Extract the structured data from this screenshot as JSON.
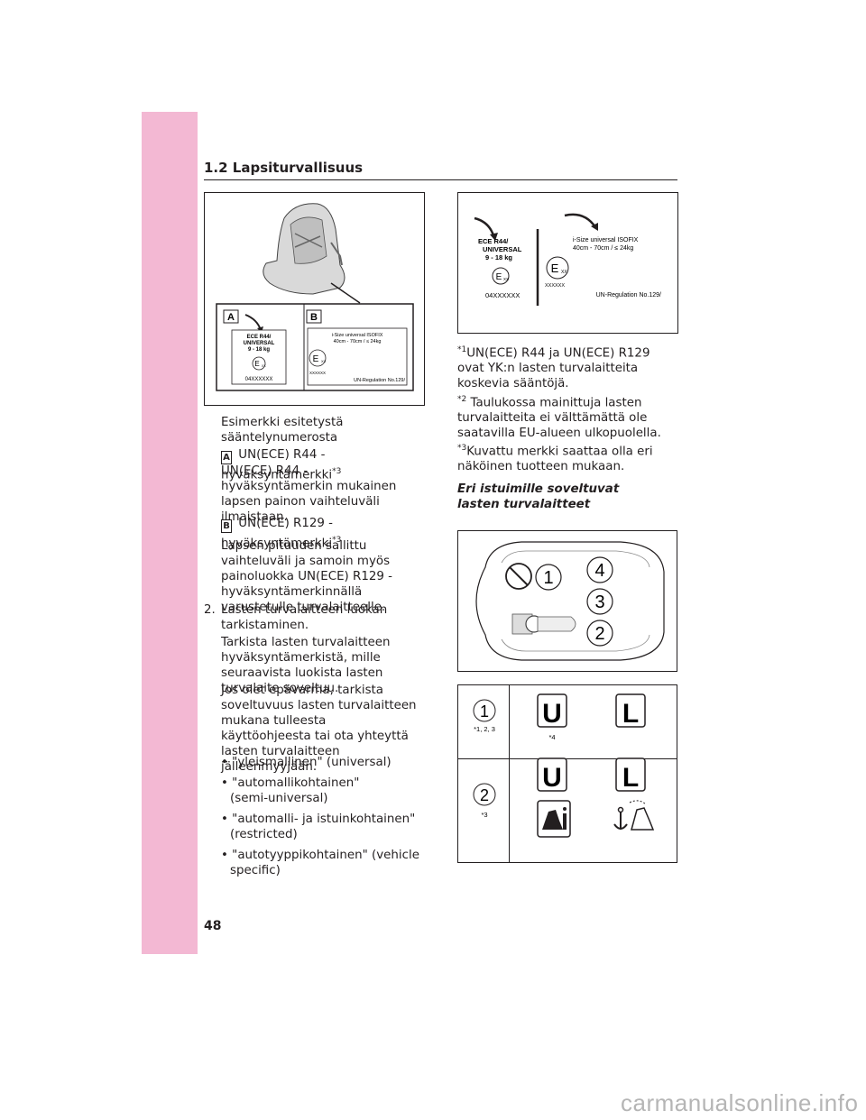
{
  "header": {
    "section_title": "1.2 Lapsiturvallisuus"
  },
  "page_number": "48",
  "watermark": "carmanualsonline.info",
  "figure1": {
    "label_a": "A",
    "label_b": "B",
    "ece_line1": "ECE  R44/",
    "ece_line2": "UNIVERSAL",
    "ece_line3": "9 - 18 kg",
    "ece_mark": "E",
    "ece_mark_sub": "XX",
    "ece_code": "04XXXXXX",
    "isize_line1": "i-Size universal ISOFIX",
    "isize_line2": "40cm - 70cm / ≤ 24kg",
    "isize_code": "XXXXXX",
    "isize_reg": "UN-Regulation No.129/"
  },
  "figure2": {
    "ece_line1": "ECE  R44/",
    "ece_line2": "UNIVERSAL",
    "ece_line3": "9 - 18 kg",
    "ece_mark": "E",
    "ece_mark_sub": "XX",
    "ece_code": "04XXXXXX",
    "isize_line1": "i-Size universal ISOFIX",
    "isize_line2": "40cm - 70cm / ≤ 24kg",
    "isize_code": "XXXXXX",
    "isize_reg": "UN-Regulation No.129/"
  },
  "left_col": {
    "intro": "Esimerkki esitetystä sääntelynumerosta",
    "a_letter": "A",
    "a_title": "UN(ECE) R44 -hyväksyntämerkki",
    "a_sup": "*3",
    "a_body": "UN(ECE) R44 -hyväksyntämerkin mukainen lapsen painon vaihteluväli ilmaistaan.",
    "b_letter": "B",
    "b_title": "UN(ECE) R129 -hyväksyntämerkki",
    "b_sup": "*3",
    "b_body": "Lapsen pituuden sallittu vaihteluväli ja samoin myös painoluokka UN(ECE) R129 -hyväksyntämerkinnällä varustetulle turvalaitteelle.",
    "step2_num": "2.",
    "step2_title": "Lasten turvalaitteen luokan tarkistaminen.",
    "step2_body": "Tarkista lasten turvalaitteen hyväksyntämerkistä, mille seuraavista luokista lasten turvalaite soveltuu.",
    "step2_note": "Jos olet epävarma, tarkista soveltuvuus lasten turvalaitteen mukana tulleesta käyttöohjeesta tai ota yhteyttä lasten turvalaitteen jälleenmyyjään.",
    "bullets": [
      "\"yleismallinen\" (universal)",
      "\"automallikohtainen\" (semi-universal)",
      "\"automalli- ja istuinkohtainen\" (restricted)",
      "\"autotyyppikohtainen\" (vehicle specific)"
    ]
  },
  "right_col": {
    "fn1_sup": "*1",
    "fn1": "UN(ECE) R44 ja UN(ECE) R129 ovat YK:n lasten turvalaitteita koskevia sääntöjä.",
    "fn2_sup": "*2",
    "fn2": " Taulukossa mainittuja lasten turvalaitteita ei välttämättä ole saatavilla EU-alueen ulkopuolella.",
    "fn3_sup": "*3",
    "fn3": "Kuvattu merkki saattaa olla eri näköinen tuotteen mukaan.",
    "subheading": "Eri istuimille soveltuvat lasten turvalaitteet"
  },
  "car_diagram": {
    "seats": [
      "1",
      "2",
      "3",
      "4"
    ]
  },
  "table": {
    "row1": {
      "seat": "1",
      "seat_note": "*1, 2, 3",
      "u_label": "U",
      "u_note": "*4",
      "l_label": "L"
    },
    "row2": {
      "seat": "2",
      "seat_note": "*3",
      "u_label": "U",
      "l_label": "L"
    }
  }
}
